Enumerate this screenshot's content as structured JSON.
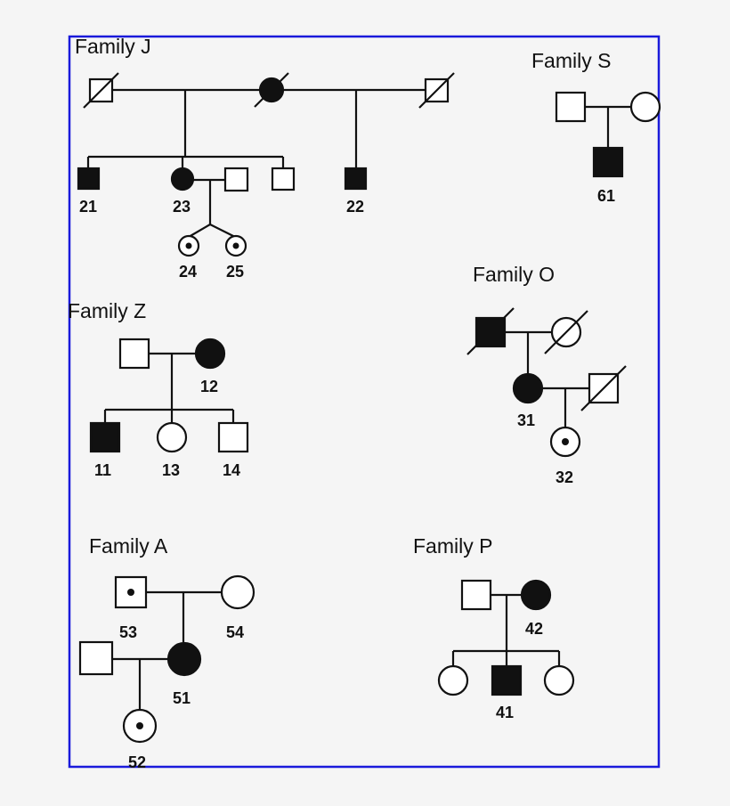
{
  "colors": {
    "frame": "#1a1adb",
    "ink": "#111111",
    "background": "#f5f5f5"
  },
  "families": {
    "J": {
      "label": "Family J",
      "ids": {
        "i21": "21",
        "i23": "23",
        "i22": "22",
        "i24": "24",
        "i25": "25"
      }
    },
    "S": {
      "label": "Family S",
      "ids": {
        "i61": "61"
      }
    },
    "O": {
      "label": "Family O",
      "ids": {
        "i31": "31",
        "i32": "32"
      }
    },
    "Z": {
      "label": "Family Z",
      "ids": {
        "i12": "12",
        "i11": "11",
        "i13": "13",
        "i14": "14"
      }
    },
    "A": {
      "label": "Family A",
      "ids": {
        "i53": "53",
        "i54": "54",
        "i51": "51",
        "i52": "52"
      }
    },
    "P": {
      "label": "Family P",
      "ids": {
        "i42": "42",
        "i41": "41"
      }
    }
  }
}
